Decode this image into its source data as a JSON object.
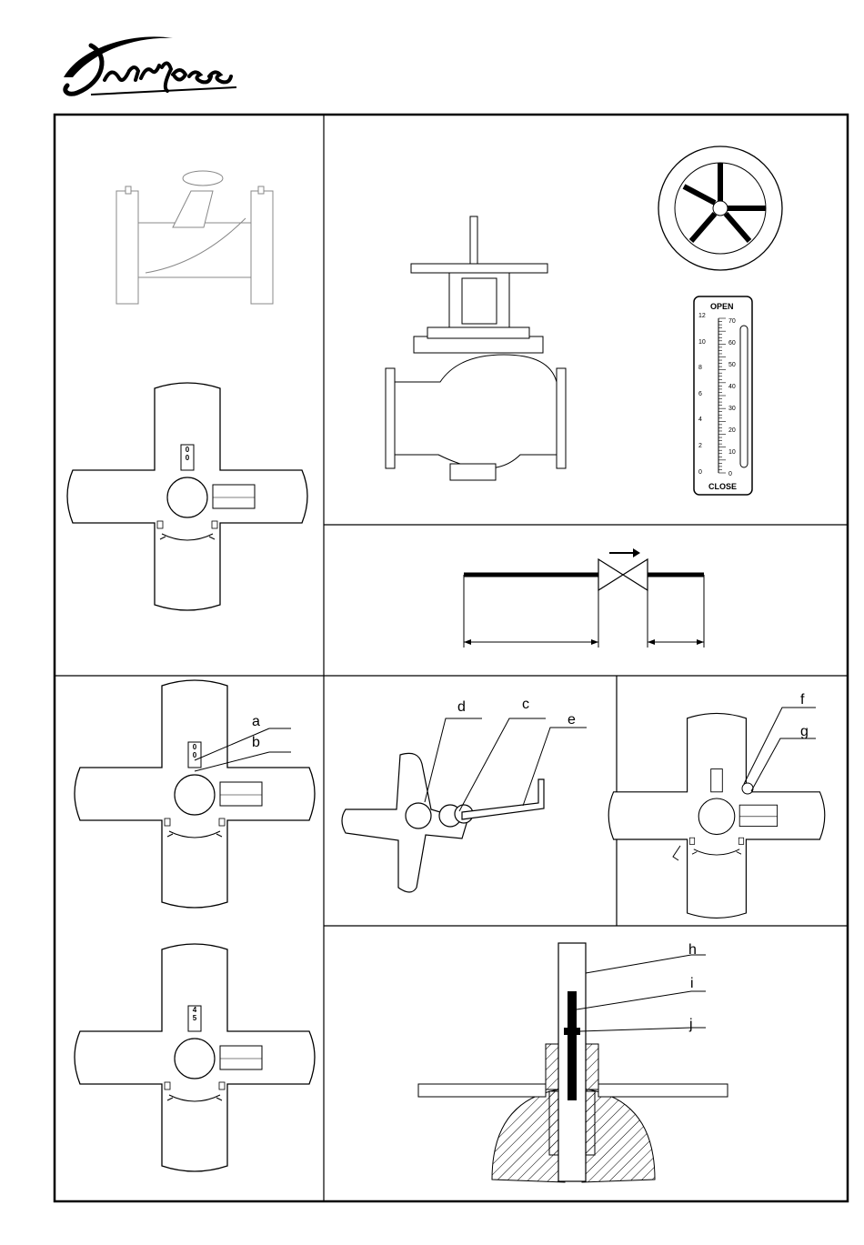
{
  "brand": {
    "logo_text": "Danfoss"
  },
  "handwheel_display": {
    "panel_a": [
      "0",
      "0"
    ],
    "panel_b": [
      "0",
      "0"
    ],
    "panel_c": [
      "4",
      "5"
    ]
  },
  "indicator_scale": {
    "top_label": "OPEN",
    "bottom_label": "CLOSE",
    "left_ticks": [
      "12",
      "10",
      "8",
      "6",
      "4",
      "2",
      "0"
    ],
    "right_ticks": [
      "70",
      "60",
      "50",
      "40",
      "30",
      "20",
      "10",
      "0"
    ]
  },
  "callouts": {
    "a": "a",
    "b": "b",
    "c": "c",
    "d": "d",
    "e": "e",
    "f": "f",
    "g": "g",
    "h": "h",
    "i": "i",
    "j": "j"
  }
}
